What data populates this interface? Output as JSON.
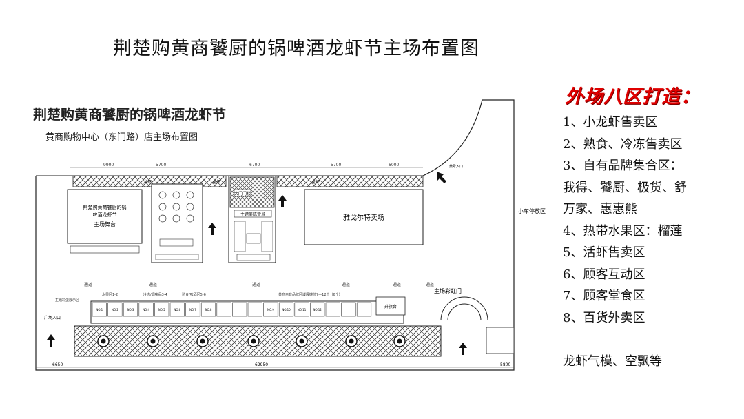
{
  "title": "荆楚购黄商饕厨的锅啤酒龙虾节主场布置图",
  "plan": {
    "heading": "荆楚购黄商饕厨的锅啤酒龙虾节",
    "subheading": "黄商购物中心（东门路）店主场布置图",
    "stage_lines": [
      "荆楚购黄商饕厨的锅",
      "啤酒龙虾节",
      "主场舞台"
    ],
    "store_label": "雅戈尔特卖场",
    "parking_label": "小车停放区",
    "arch_label": "主场彩虹门",
    "big_door_label": "大门门楼",
    "theme_backdrop_label": "主题美陈背景",
    "stage_small_label": "升旗台",
    "entrance_labels": [
      "黄号入口",
      "广场入口"
    ],
    "dimension_labels": [
      "9900",
      "5700",
      "6700",
      "5700",
      "6000",
      "6650",
      "62950",
      "5800"
    ],
    "top_zone_labels": [
      "龙虾",
      "龙虾",
      "龙虾"
    ],
    "booth_group_labels": [
      "主题彩蛋展示区",
      "水果区1-2",
      "冷冻/调味品3-4",
      "熟食/啤酒区5-6",
      "黄商自有品牌区域展摊位7—12个（6个）"
    ],
    "booth_labels": [
      "NO.1",
      "NO.2",
      "NO.3",
      "NO.4",
      "NO.5",
      "NO.6",
      "NO.7",
      "NO.8",
      "NO.9",
      "NO.10",
      "NO.11",
      "NO.12"
    ],
    "side_labels": [
      "通道",
      "通道",
      "通道",
      "通道",
      "通道",
      "通道"
    ]
  },
  "legend": {
    "heading": "外场八区打造：",
    "items": [
      "1、小龙虾售卖区",
      "2、熟食、冷冻售卖区",
      "3、自有品牌集合区：",
      "我得、饕厨、极货、舒",
      "万家、惠惠熊",
      "4、热带水果区：榴莲",
      "5、活虾售卖区",
      "6、顾客互动区",
      "7、顾客堂食区",
      "8、百货外卖区"
    ],
    "extra": "龙虾气模、空飘等"
  },
  "colors": {
    "legend_heading": "#e00000",
    "line": "#222222"
  }
}
